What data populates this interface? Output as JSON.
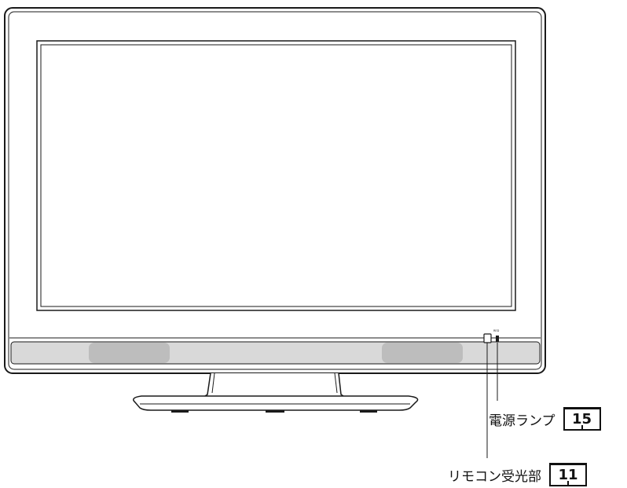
{
  "labels": {
    "power_lamp": "電源ランプ",
    "power_lamp_page": "15",
    "remote_sensor": "リモコン受光部",
    "remote_sensor_page": "11",
    "front_panel_tiny_text": "RED"
  },
  "colors": {
    "line": "#1a1a1a",
    "screen": "#ffffff",
    "speaker_bar": "#d9d9d9",
    "speaker_grille": "#bdbdbd",
    "background": "#ffffff"
  },
  "icons": {
    "page_reference": "book-page-icon"
  }
}
